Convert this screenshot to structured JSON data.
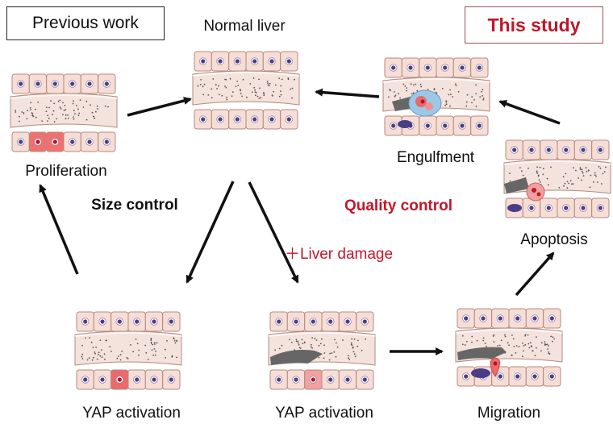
{
  "header": {
    "previous_work": "Previous work",
    "this_study": "This study"
  },
  "labels": {
    "normal_liver": "Normal liver",
    "proliferation": "Proliferation",
    "engulfment": "Engulfment",
    "apoptosis": "Apoptosis",
    "yap_activation_left": "YAP activation",
    "yap_activation_mid": "YAP activation",
    "migration": "Migration",
    "size_control": "Size control",
    "quality_control": "Quality control",
    "liver_damage": "＋Liver damage"
  },
  "colors": {
    "accent_red": "#c0172a",
    "cell_fill": "#f6ded6",
    "cell_stroke": "#b58a80",
    "nucleus": "#4a3d86",
    "sinusoid": "#f3e3dc",
    "damaged": "#666666"
  }
}
